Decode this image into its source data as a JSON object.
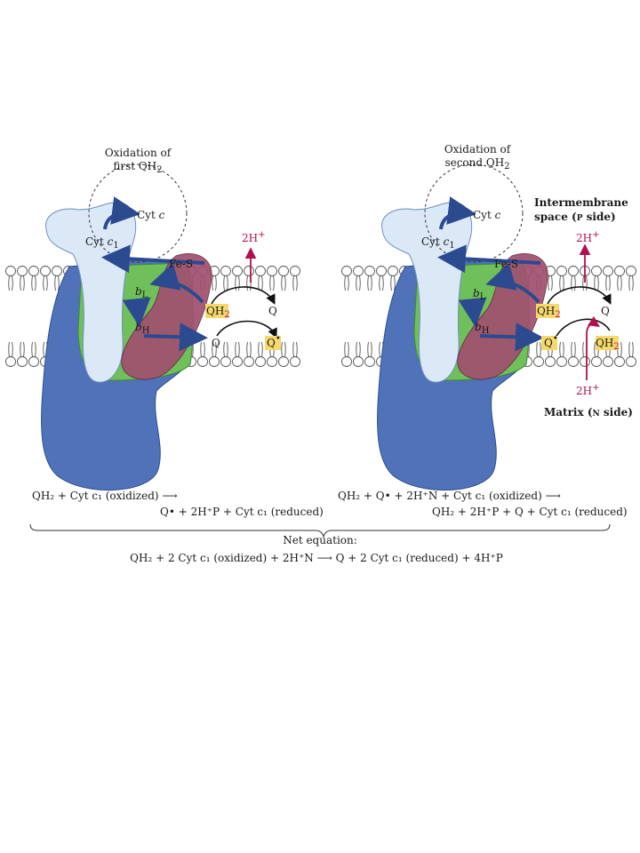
{
  "left_panel": {
    "title_line1": "Oxidation of",
    "title_line2_prefix": "first QH",
    "title_line2_sub": "2",
    "cyt_c": "Cyt ",
    "cyt_c_italic": "c",
    "cyt_c1": "Cyt ",
    "cyt_c1_italic": "c",
    "cyt_c1_sub": "1",
    "fes": "Fe-S",
    "bl": "b",
    "bl_sub": "L",
    "bh": "b",
    "bh_sub": "H",
    "qh2": "QH",
    "qh2_sub": "2",
    "q_top": "Q",
    "q_bottom": "Q",
    "q_semi": "Q",
    "q_semi_dot": "•",
    "proton_top": "2H",
    "proton_top_sup": "+"
  },
  "right_panel": {
    "title_line1": "Oxidation of",
    "title_line2_prefix": "second QH",
    "title_line2_sub": "2",
    "cyt_c": "Cyt ",
    "cyt_c_italic": "c",
    "cyt_c1": "Cyt ",
    "cyt_c1_italic": "c",
    "cyt_c1_sub": "1",
    "fes": "Fe-S",
    "bl": "b",
    "bl_sub": "L",
    "bh": "b",
    "bh_sub": "H",
    "qh2_top": "QH",
    "qh2_top_sub": "2",
    "q_top": "Q",
    "q_semi": "Q",
    "q_semi_dot": "•",
    "qh2_bottom": "QH",
    "qh2_bottom_sub": "2",
    "proton_top": "2H",
    "proton_top_sup": "+",
    "proton_bottom": "2H",
    "proton_bottom_sup": "+",
    "intermembrane_line1": "Intermembrane",
    "intermembrane_line2_a": "space (",
    "intermembrane_line2_p": "P",
    "intermembrane_line2_b": " side)",
    "matrix_a": "Matrix (",
    "matrix_n": "N",
    "matrix_b": " side)"
  },
  "equations": {
    "left_line1": "QH₂ + Cyt c₁ (oxidized) ⟶",
    "left_line2": "Q• + 2H⁺P + Cyt c₁ (reduced)",
    "right_line1": "QH₂ + Q• + 2H⁺N + Cyt c₁ (oxidized) ⟶",
    "right_line2": "QH₂ + 2H⁺P + Q + Cyt c₁ (reduced)",
    "net_label": "Net equation:",
    "net_equation": "QH₂ + 2 Cyt c₁ (oxidized) + 2H⁺N ⟶ Q + 2 Cyt c₁ (reduced) + 4H⁺P"
  },
  "colors": {
    "complex_blue": "#4f72b8",
    "light_blue": "#dbe8f6",
    "green": "#6fbf5a",
    "red_subunit": "#a0506e",
    "proton_red": "#b01050",
    "highlight_yellow": "#f5d96b",
    "arrow_blue": "#2b4a8f"
  }
}
